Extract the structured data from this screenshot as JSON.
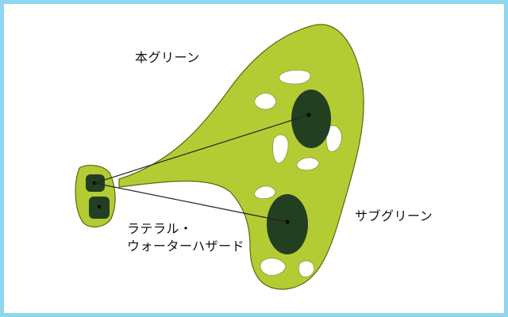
{
  "labels": {
    "main_green": "本グリーン",
    "sub_green": "サブグリーン",
    "hazard_line1": "ラテラル・",
    "hazard_line2": "ウォーターハザード"
  },
  "colors": {
    "frame": "#8fd6ee",
    "fairway": "#b3cc34",
    "green": "#233f22",
    "bunker": "#ffffff",
    "outline": "#5a6a12",
    "line": "#222222"
  }
}
